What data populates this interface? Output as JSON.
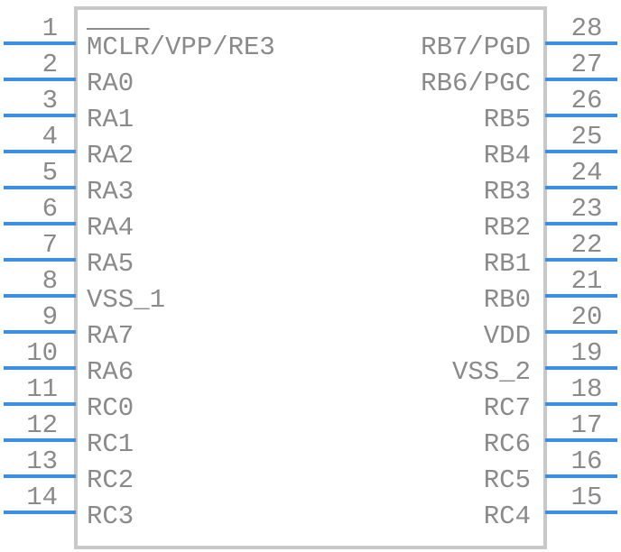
{
  "component": {
    "colors": {
      "pin": "#3a8fe0",
      "outline": "#c8c8c8",
      "text": "#8a8a8a",
      "background": "#ffffff"
    },
    "left_pins": [
      {
        "number": "1",
        "label": "MCLR/VPP/RE3",
        "overbar": "MCLR"
      },
      {
        "number": "2",
        "label": "RA0"
      },
      {
        "number": "3",
        "label": "RA1"
      },
      {
        "number": "4",
        "label": "RA2"
      },
      {
        "number": "5",
        "label": "RA3"
      },
      {
        "number": "6",
        "label": "RA4"
      },
      {
        "number": "7",
        "label": "RA5"
      },
      {
        "number": "8",
        "label": "VSS_1"
      },
      {
        "number": "9",
        "label": "RA7"
      },
      {
        "number": "10",
        "label": "RA6"
      },
      {
        "number": "11",
        "label": "RC0"
      },
      {
        "number": "12",
        "label": "RC1"
      },
      {
        "number": "13",
        "label": "RC2"
      },
      {
        "number": "14",
        "label": "RC3"
      }
    ],
    "right_pins": [
      {
        "number": "28",
        "label": "RB7/PGD"
      },
      {
        "number": "27",
        "label": "RB6/PGC"
      },
      {
        "number": "26",
        "label": "RB5"
      },
      {
        "number": "25",
        "label": "RB4"
      },
      {
        "number": "24",
        "label": "RB3"
      },
      {
        "number": "23",
        "label": "RB2"
      },
      {
        "number": "22",
        "label": "RB1"
      },
      {
        "number": "21",
        "label": "RB0"
      },
      {
        "number": "20",
        "label": "VDD"
      },
      {
        "number": "19",
        "label": "VSS_2"
      },
      {
        "number": "18",
        "label": "RC7"
      },
      {
        "number": "17",
        "label": "RC6"
      },
      {
        "number": "16",
        "label": "RC5"
      },
      {
        "number": "15",
        "label": "RC4"
      }
    ]
  }
}
